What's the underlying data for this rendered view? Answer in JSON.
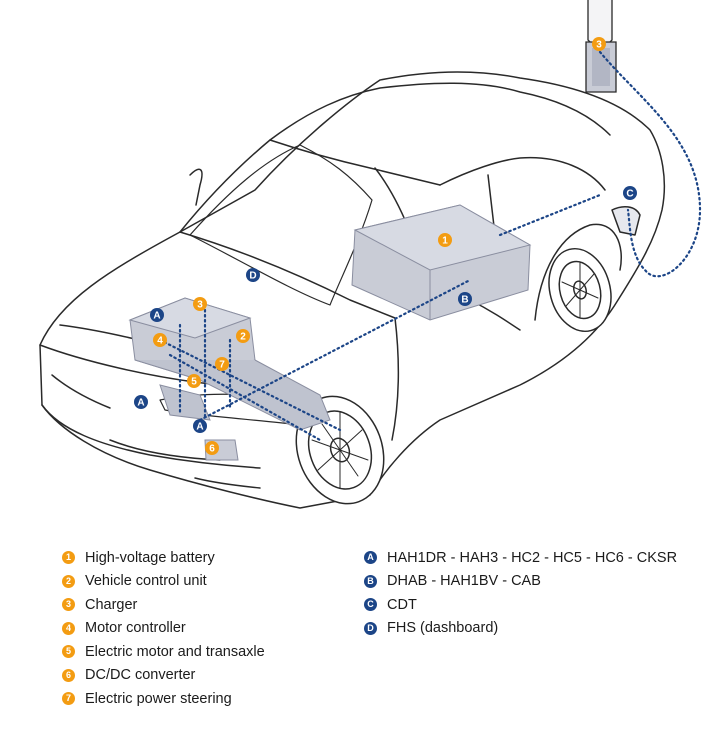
{
  "colors": {
    "orange": "#f39c12",
    "blue": "#1c4587",
    "outline": "#2a2a2a",
    "component": "#c9ccd6",
    "dots": "#1c4587"
  },
  "markers": {
    "battery": "1",
    "vcu": "2",
    "charger_car": "3",
    "charger_station": "3",
    "motor_controller": "4",
    "motor_transaxle": "5",
    "dcdc": "6",
    "eps": "7",
    "a_top": "A",
    "a_left": "A",
    "a_bottom": "A",
    "b": "B",
    "c": "C",
    "d": "D"
  },
  "legend": {
    "components": [
      {
        "num": "1",
        "label": "High-voltage battery"
      },
      {
        "num": "2",
        "label": "Vehicle control unit"
      },
      {
        "num": "3",
        "label": "Charger"
      },
      {
        "num": "4",
        "label": "Motor controller"
      },
      {
        "num": "5",
        "label": "Electric motor and transaxle"
      },
      {
        "num": "6",
        "label": "DC/DC converter"
      },
      {
        "num": "7",
        "label": "Electric power steering"
      }
    ],
    "harnesses": [
      {
        "letter": "A",
        "label": "HAH1DR - HAH3 - HC2 - HC5 - HC6 - CKSR"
      },
      {
        "letter": "B",
        "label": "DHAB - HAH1BV - CAB"
      },
      {
        "letter": "C",
        "label": "CDT"
      },
      {
        "letter": "D",
        "label": "FHS (dashboard)"
      }
    ]
  }
}
